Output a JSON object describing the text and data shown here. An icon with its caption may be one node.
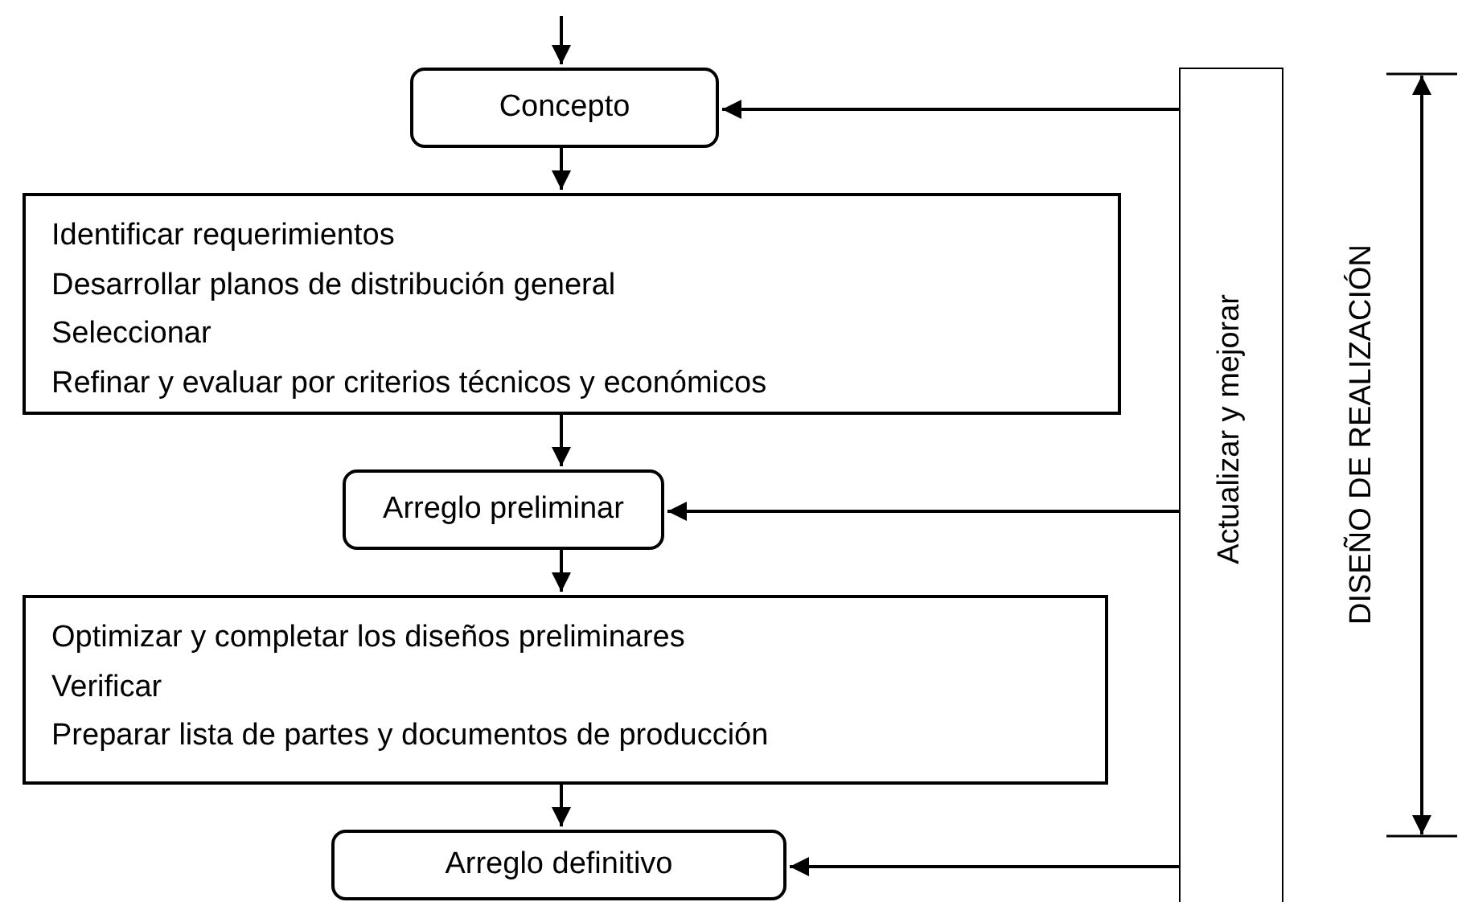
{
  "diagram": {
    "nodes": [
      {
        "text": [
          "Concepto"
        ]
      },
      {
        "text": [
          "Identificar requerimientos",
          "Desarrollar planos de distribución general",
          "Seleccionar",
          "Refinar y evaluar por criterios técnicos y económicos"
        ]
      },
      {
        "text": [
          "Arreglo preliminar"
        ]
      },
      {
        "text": [
          "Optimizar y completar los diseños preliminares",
          "Verificar",
          "Preparar lista de partes y documentos de producción"
        ]
      },
      {
        "text": [
          "Arreglo definitivo"
        ]
      },
      {
        "text": [
          "Actualizar y mejorar"
        ]
      }
    ],
    "edges": [
      {
        "from": null,
        "to": 0,
        "arrow": "to"
      },
      {
        "from": 0,
        "to": 1,
        "arrow": "to"
      },
      {
        "from": 1,
        "to": 2,
        "arrow": "to"
      },
      {
        "from": 2,
        "to": 3,
        "arrow": "to"
      },
      {
        "from": 3,
        "to": 4,
        "arrow": "to"
      },
      {
        "from": 5,
        "to": 0,
        "arrow": "to"
      },
      {
        "from": 5,
        "to": 2,
        "arrow": "to"
      },
      {
        "from": 5,
        "to": 4,
        "arrow": "to"
      }
    ],
    "labels": [
      "DISEÑO DE REALIZACIÓN"
    ]
  }
}
